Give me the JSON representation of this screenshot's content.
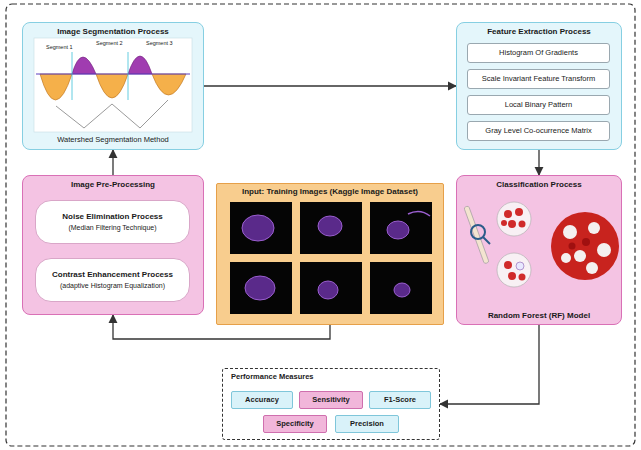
{
  "diagram": {
    "nodes": [
      {
        "text": [
          "Image Segmentation Process",
          "Watershed Segmentation Method"
        ]
      },
      {
        "text": [
          "Feature Extraction Process"
        ]
      },
      {
        "text": [
          "Histogram Of Gradients"
        ],
        "in": 1
      },
      {
        "text": [
          "Scale Invariant Feature Transform"
        ],
        "in": 1
      },
      {
        "text": [
          "Local Binary Pattern"
        ],
        "in": 1
      },
      {
        "text": [
          "Gray Level Co-ocurrence Matrix"
        ],
        "in": 1
      },
      {
        "text": [
          "Image Pre-Processing"
        ]
      },
      {
        "text": [
          "Noise Elimination Process",
          "(Median Filtering Technique)"
        ],
        "in": 6
      },
      {
        "text": [
          "Contrast Enhancement Process",
          "(adaptive Histogram Equalization)"
        ],
        "in": 6
      },
      {
        "text": [
          "Input: Training Images (Kaggle Image Dataset)"
        ]
      },
      {
        "text": [
          "Classification Process",
          "Random Forest (RF) Model"
        ]
      },
      {
        "text": [
          "Performance Measures"
        ]
      },
      {
        "text": [
          "Accuracy"
        ],
        "in": 11
      },
      {
        "text": [
          "Sensitivity"
        ],
        "in": 11
      },
      {
        "text": [
          "F1-Score"
        ],
        "in": 11
      },
      {
        "text": [
          "Specificity"
        ],
        "in": 11
      },
      {
        "text": [
          "Precision"
        ],
        "in": 11
      }
    ],
    "edges": [
      {
        "from": 9,
        "to": 6,
        "arrow": "to"
      },
      {
        "from": 6,
        "to": 0,
        "arrow": "to"
      },
      {
        "from": 0,
        "to": 1,
        "arrow": "to"
      },
      {
        "from": 1,
        "to": 10,
        "arrow": "to"
      },
      {
        "from": 10,
        "to": 11,
        "arrow": "to"
      }
    ],
    "labels": [
      "Segment 1",
      "Segment 2",
      "Segment 3"
    ]
  }
}
